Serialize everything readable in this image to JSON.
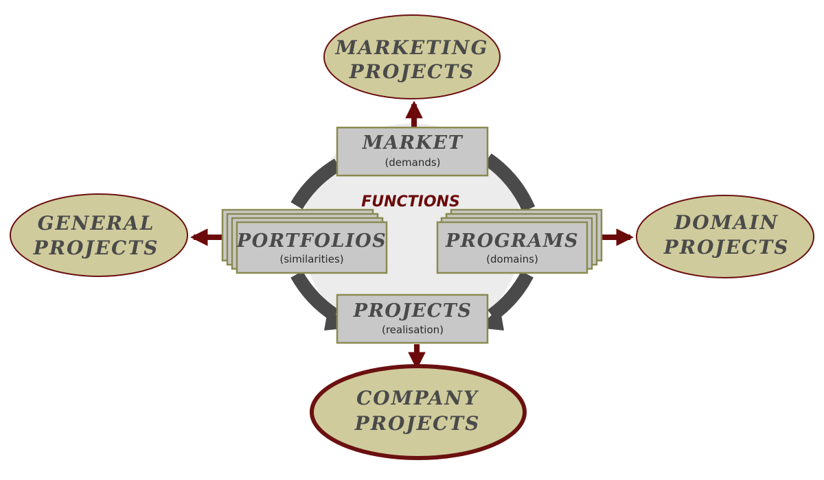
{
  "center": {
    "label": "FUNCTIONS"
  },
  "ellipses": {
    "marketing": {
      "line1": "MARKETING",
      "line2": "PROJECTS"
    },
    "general": {
      "line1": "GENERAL",
      "line2": "PROJECTS"
    },
    "domain": {
      "line1": "DOMAIN",
      "line2": "PROJECTS"
    },
    "company": {
      "line1": "COMPANY",
      "line2": "PROJECTS"
    }
  },
  "boxes": {
    "market": {
      "title": "MARKET",
      "subtitle": "(demands)"
    },
    "portfolios": {
      "title": "PORTFOLIOS",
      "subtitle": "(similarities)"
    },
    "programs": {
      "title": "PROGRAMS",
      "subtitle": "(domains)"
    },
    "projects": {
      "title": "PROJECTS",
      "subtitle": "(realisation)"
    }
  },
  "colors": {
    "ellipse_fill": "#cfcb9c",
    "ellipse_stroke": "#6b1010",
    "box_fill": "#c8c8c8",
    "box_stroke": "#8a8a50",
    "arrow": "#6b0a0a",
    "cycle": "#4a4a4a",
    "circle_fill": "#ececec"
  }
}
